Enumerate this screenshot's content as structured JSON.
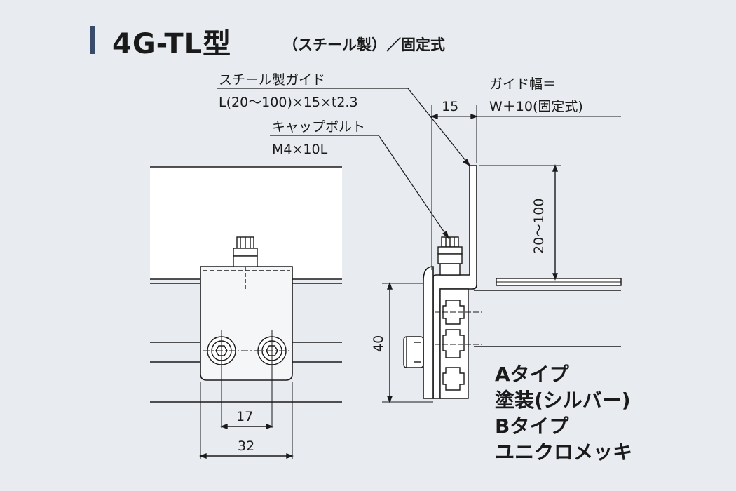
{
  "header": {
    "title": "4G-TL型",
    "subtitle": "（スチール製）／固定式"
  },
  "callouts": {
    "guide_label": "スチール製ガイド",
    "guide_spec": "L(20〜100)×15×t2.3",
    "bolt_label": "キャップボルト",
    "bolt_spec": "M4×10L",
    "guide_width_label": "ガイド幅＝",
    "guide_width_formula": "W＋10(固定式)"
  },
  "dimensions": {
    "d15": "15",
    "d20_100": "20〜100",
    "d40": "40",
    "d17": "17",
    "d32": "32"
  },
  "legend": {
    "line1": "Aタイプ",
    "line2": "塗装(シルバー)",
    "line3": "Bタイプ",
    "line4": "ユニクロメッキ"
  },
  "colors": {
    "background": "#e8ecf1",
    "accent_bar": "#3a4a6b",
    "part_fill": "#ffffff",
    "line": "#1a1a1a"
  }
}
